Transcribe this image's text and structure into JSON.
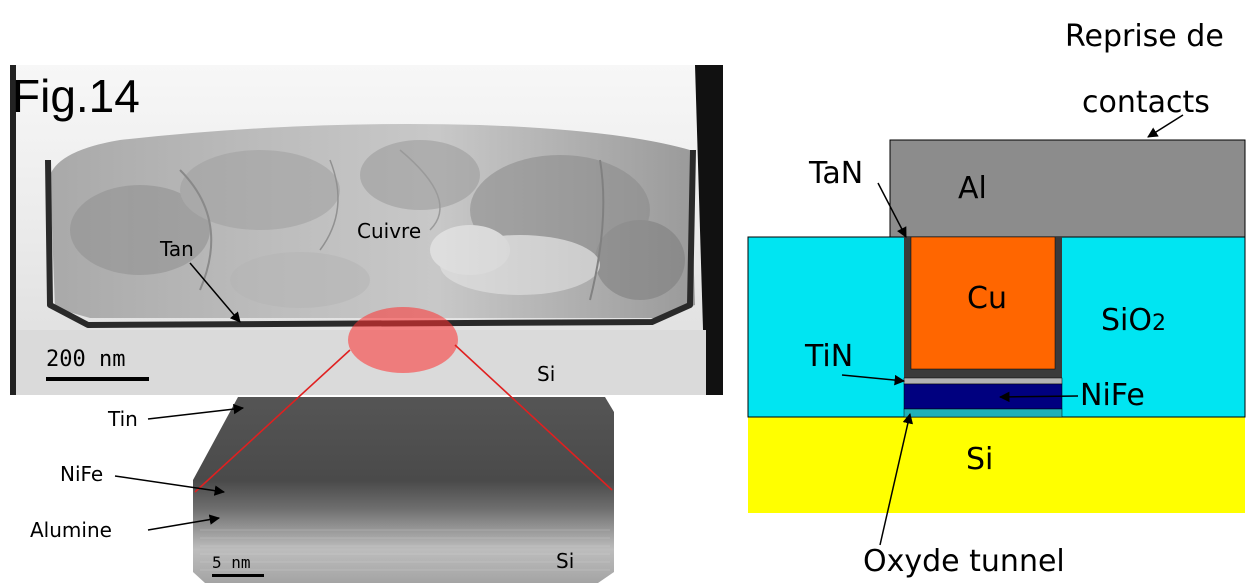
{
  "figure_label": "Fig.14",
  "tem_image": {
    "labels": {
      "copper": "Cuivre",
      "liner": "Tan",
      "substrate": "Si",
      "scale_bar": "200 nm"
    }
  },
  "hrtem_image": {
    "labels": {
      "tin": "Tin",
      "nife": "NiFe",
      "alumina": "Alumine",
      "substrate": "Si",
      "scale_bar": "5 nm"
    }
  },
  "schematic": {
    "labels": {
      "contact_title_line1": "Reprise de",
      "contact_title_line2": "contacts",
      "tan": "TaN",
      "al": "Al",
      "cu": "Cu",
      "sio2_main": "SiO",
      "sio2_sub": "2",
      "tin": "TiN",
      "nife": "NiFe",
      "si": "Si",
      "tunnel_oxide": "Oxyde tunnel"
    },
    "colors": {
      "al": "#8c8c8c",
      "sio2": "#00e5f2",
      "liner": "#3a3a3a",
      "cu": "#ff6600",
      "tin": "#b3b3b3",
      "nife": "#00007f",
      "oxide": "#20b0b8",
      "si": "#ffff00"
    }
  }
}
